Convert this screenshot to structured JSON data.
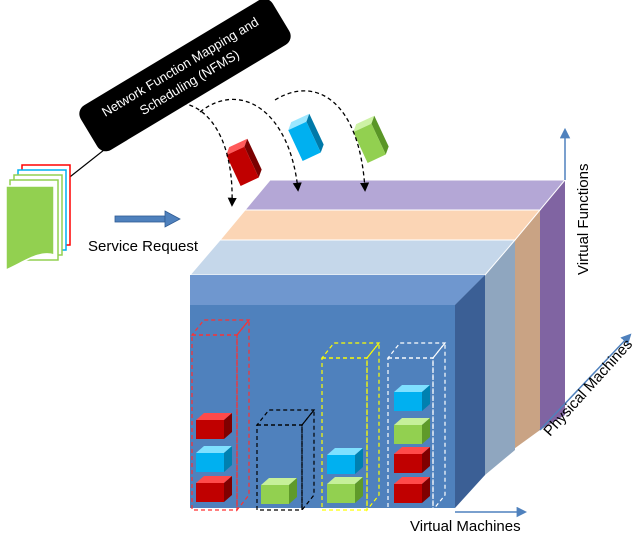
{
  "banner": {
    "line1": "Network Function Mapping and",
    "line2": "Scheduling (NFMS)"
  },
  "labels": {
    "service_request": "Service Request",
    "virtual_functions": "Virtual Functions",
    "physical_machines": "Physical Machines",
    "virtual_machines": "Virtual Machines"
  },
  "colors": {
    "cube_front": "#4f81bd",
    "cube_top": "#6f97cf",
    "cube_side": "#3b5f95",
    "layer_purple": "#b4a7d6",
    "layer_peach": "#fbd5b5",
    "layer_lightblue": "#c5d7ea",
    "vf_red": "#c00000",
    "vf_blue": "#00b0f0",
    "vf_green": "#92d050",
    "arrow_blue": "#4f81bd",
    "doc_green": "#92d050"
  }
}
